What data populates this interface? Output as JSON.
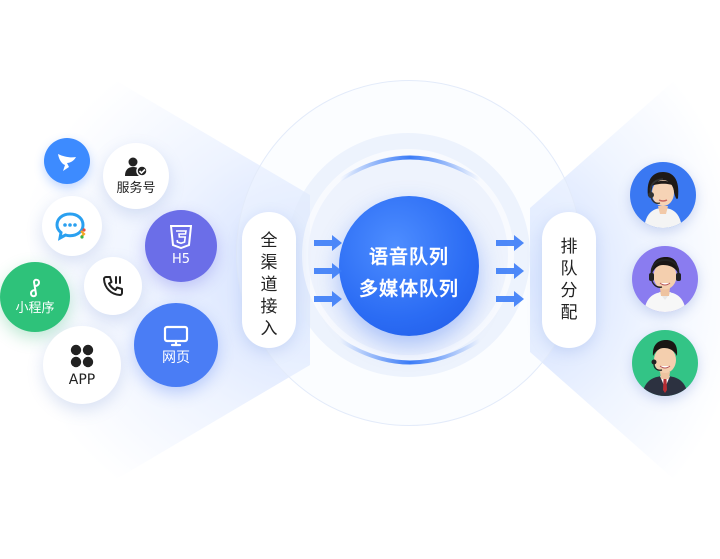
{
  "center": {
    "line1": "语音队列",
    "line2": "多媒体队列"
  },
  "access": {
    "label": "全渠道接入"
  },
  "dispatch": {
    "label": "排队分配"
  },
  "channels": {
    "dingtalk": {
      "icon": "dingtalk-icon",
      "color": "#3d8bff"
    },
    "service_account": {
      "label": "服务号",
      "icon": "user-check-icon"
    },
    "chat": {
      "icon": "chat-bubble-icon"
    },
    "h5": {
      "label": "H5",
      "icon": "html5-icon",
      "color": "#6b6ee8"
    },
    "mini_program": {
      "label": "小程序",
      "icon": "mini-program-icon",
      "color": "#2ec27a"
    },
    "phone": {
      "icon": "phone-call-icon"
    },
    "web": {
      "label": "网页",
      "icon": "monitor-icon",
      "color": "#4a7df5"
    },
    "app": {
      "label": "APP",
      "icon": "app-grid-icon"
    }
  },
  "agents": [
    {
      "icon": "female-agent-avatar",
      "color": "#3a78f2"
    },
    {
      "icon": "male-agent-avatar",
      "color": "#8a7cf0"
    },
    {
      "icon": "male-agent-avatar",
      "color": "#33c486"
    }
  ],
  "colors": {
    "primary": "#2b6cf4",
    "arrow": "#3b7cf7"
  }
}
